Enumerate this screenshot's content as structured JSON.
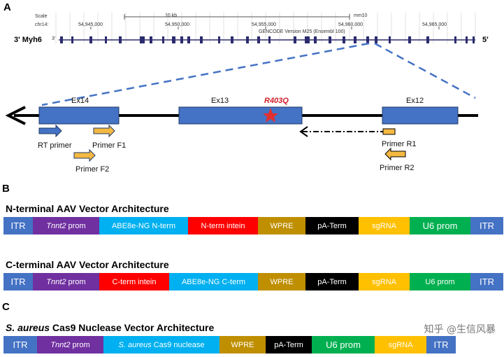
{
  "panels": {
    "a": "A",
    "b": "B",
    "c": "C"
  },
  "genome_track": {
    "scale_label": "Scale",
    "chrom_label": "chr14:",
    "scale_bar_label": "10 kb",
    "assembly_label": "mm10",
    "positions": [
      "54,945,000",
      "54,950,000",
      "54,955,000",
      "54,960,000",
      "54,965,000"
    ],
    "gene_track_label": "GENCODE Version M25 (Ensembl 100)",
    "left_end": "3' Myh6",
    "left_end_small": "3'",
    "right_end": "5'"
  },
  "zoom": {
    "exons": [
      "Ex14",
      "Ex13",
      "Ex12"
    ],
    "mutation": "R403Q",
    "primers": {
      "rt": "RT primer",
      "f1": "Primer F1",
      "f2": "Primer F2",
      "r1": "Primer R1",
      "r2": "Primer R2"
    }
  },
  "vectors": {
    "n_terminal": {
      "title": "N-terminal AAV Vector Architecture",
      "segments": [
        {
          "label": "ITR",
          "color": "#4472c4"
        },
        {
          "label": "Tnnt2 prom",
          "color": "#7030a0",
          "italic_part": "Tnnt2"
        },
        {
          "label": "ABE8e-NG N-term",
          "color": "#00b0f0"
        },
        {
          "label": "N-term intein",
          "color": "#ff0000"
        },
        {
          "label": "WPRE",
          "color": "#bf8f00"
        },
        {
          "label": "pA-Term",
          "color": "#000000"
        },
        {
          "label": "sgRNA",
          "color": "#ffc000"
        },
        {
          "label": "U6 prom",
          "color": "#00b050"
        },
        {
          "label": "ITR",
          "color": "#4472c4"
        }
      ]
    },
    "c_terminal": {
      "title": "C-terminal AAV Vector Architecture",
      "segments": [
        {
          "label": "ITR",
          "color": "#4472c4"
        },
        {
          "label": "Tnnt2 prom",
          "color": "#7030a0",
          "italic_part": "Tnnt2"
        },
        {
          "label": "C-term intein",
          "color": "#ff0000"
        },
        {
          "label": "ABE8e-NG C-term",
          "color": "#00b0f0"
        },
        {
          "label": "WPRE",
          "color": "#bf8f00"
        },
        {
          "label": "pA-Term",
          "color": "#000000"
        },
        {
          "label": "sgRNA",
          "color": "#ffc000"
        },
        {
          "label": "U6 prom",
          "color": "#00b050"
        },
        {
          "label": "ITR",
          "color": "#4472c4"
        }
      ]
    },
    "saureus": {
      "title_italic": "S. aureus",
      "title_rest": " Cas9 Nuclease Vector Architecture",
      "segments": [
        {
          "label": "ITR",
          "color": "#4472c4"
        },
        {
          "label": "Tnnt2 prom",
          "color": "#7030a0",
          "italic_part": "Tnnt2"
        },
        {
          "label": "S. aureus Cas9 nuclease",
          "color": "#00b0f0",
          "italic_part": "S. aureus"
        },
        {
          "label": "WPRE",
          "color": "#bf8f00"
        },
        {
          "label": "pA-Term",
          "color": "#000000"
        },
        {
          "label": "U6 prom",
          "color": "#00b050"
        },
        {
          "label": "sgRNA",
          "color": "#ffc000"
        },
        {
          "label": "ITR",
          "color": "#4472c4"
        }
      ]
    }
  },
  "watermark": "知乎 @生信风暴"
}
